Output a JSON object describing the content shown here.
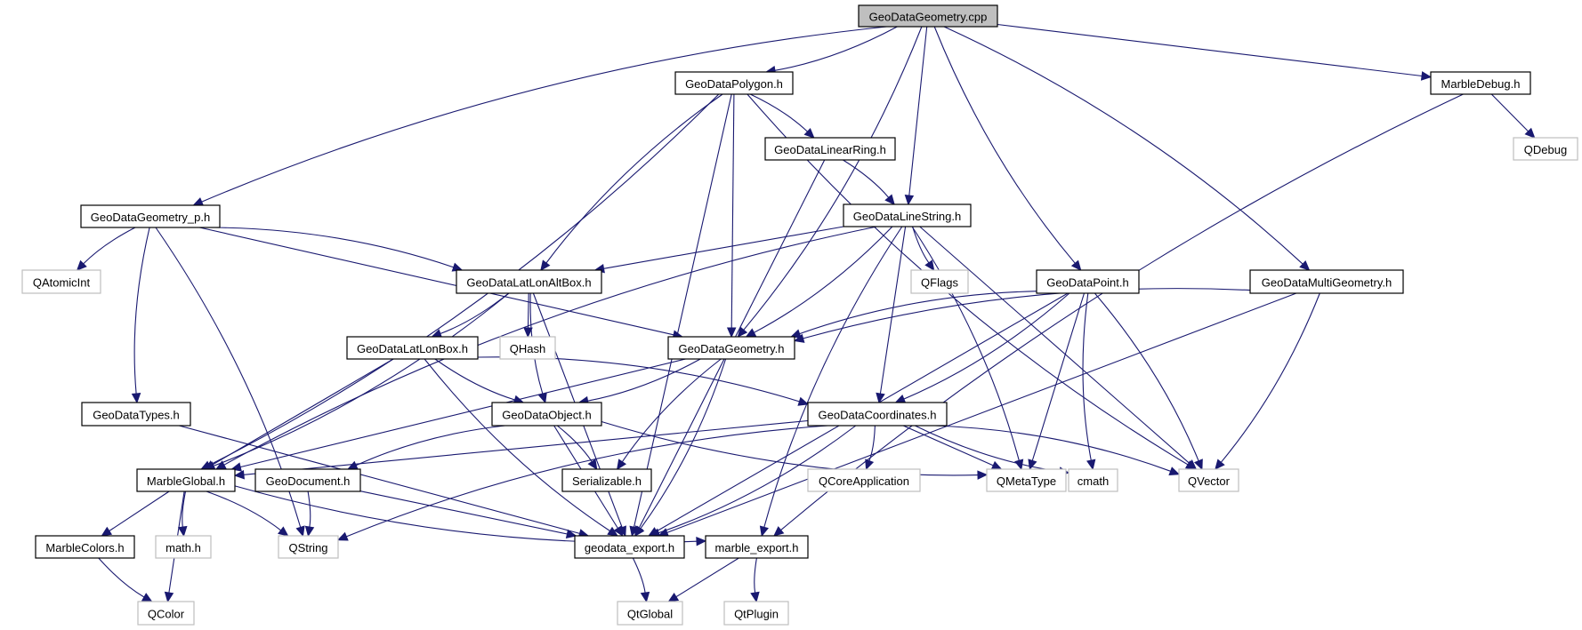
{
  "diagram": {
    "title": "GeoDataGeometry.cpp include dependency graph",
    "colors": {
      "edge": "#191970",
      "root_fill": "#bfbfbf",
      "internal_border": "#000000",
      "external_border": "#bfbfbf",
      "background": "#ffffff"
    },
    "nodes": [
      {
        "id": "cpp",
        "label": "GeoDataGeometry.cpp",
        "kind": "root"
      },
      {
        "id": "polygon",
        "label": "GeoDataPolygon.h",
        "kind": "internal"
      },
      {
        "id": "marbledebug",
        "label": "MarbleDebug.h",
        "kind": "internal"
      },
      {
        "id": "qdebug",
        "label": "QDebug",
        "kind": "external"
      },
      {
        "id": "linearring",
        "label": "GeoDataLinearRing.h",
        "kind": "internal"
      },
      {
        "id": "geometry_p",
        "label": "GeoDataGeometry_p.h",
        "kind": "internal"
      },
      {
        "id": "linestring",
        "label": "GeoDataLineString.h",
        "kind": "internal"
      },
      {
        "id": "qatomicint",
        "label": "QAtomicInt",
        "kind": "external"
      },
      {
        "id": "latlonaltbox",
        "label": "GeoDataLatLonAltBox.h",
        "kind": "internal"
      },
      {
        "id": "qflags",
        "label": "QFlags",
        "kind": "external"
      },
      {
        "id": "point",
        "label": "GeoDataPoint.h",
        "kind": "internal"
      },
      {
        "id": "multigeometry",
        "label": "GeoDataMultiGeometry.h",
        "kind": "internal"
      },
      {
        "id": "latlonbox",
        "label": "GeoDataLatLonBox.h",
        "kind": "internal"
      },
      {
        "id": "qhash",
        "label": "QHash",
        "kind": "external"
      },
      {
        "id": "geometry_h",
        "label": "GeoDataGeometry.h",
        "kind": "internal"
      },
      {
        "id": "types",
        "label": "GeoDataTypes.h",
        "kind": "internal"
      },
      {
        "id": "object",
        "label": "GeoDataObject.h",
        "kind": "internal"
      },
      {
        "id": "coordinates",
        "label": "GeoDataCoordinates.h",
        "kind": "internal"
      },
      {
        "id": "marbleglobal",
        "label": "MarbleGlobal.h",
        "kind": "internal"
      },
      {
        "id": "geodocument",
        "label": "GeoDocument.h",
        "kind": "internal"
      },
      {
        "id": "serializable",
        "label": "Serializable.h",
        "kind": "internal"
      },
      {
        "id": "qcoreapp",
        "label": "QCoreApplication",
        "kind": "external"
      },
      {
        "id": "qmetatype",
        "label": "QMetaType",
        "kind": "external"
      },
      {
        "id": "cmath",
        "label": "cmath",
        "kind": "external"
      },
      {
        "id": "qvector",
        "label": "QVector",
        "kind": "external"
      },
      {
        "id": "marblecolors",
        "label": "MarbleColors.h",
        "kind": "internal"
      },
      {
        "id": "mathh",
        "label": "math.h",
        "kind": "external"
      },
      {
        "id": "qstring",
        "label": "QString",
        "kind": "external"
      },
      {
        "id": "geodata_export",
        "label": "geodata_export.h",
        "kind": "internal"
      },
      {
        "id": "marble_export",
        "label": "marble_export.h",
        "kind": "internal"
      },
      {
        "id": "qcolor",
        "label": "QColor",
        "kind": "external"
      },
      {
        "id": "qtglobal",
        "label": "QtGlobal",
        "kind": "external"
      },
      {
        "id": "qtplugin",
        "label": "QtPlugin",
        "kind": "external"
      }
    ],
    "edges": [
      [
        "cpp",
        "polygon"
      ],
      [
        "cpp",
        "marbledebug"
      ],
      [
        "cpp",
        "geometry_p"
      ],
      [
        "cpp",
        "geometry_h"
      ],
      [
        "cpp",
        "linestring"
      ],
      [
        "cpp",
        "point"
      ],
      [
        "cpp",
        "multigeometry"
      ],
      [
        "marbledebug",
        "qdebug"
      ],
      [
        "marbledebug",
        "marble_export"
      ],
      [
        "polygon",
        "linearring"
      ],
      [
        "polygon",
        "geometry_h"
      ],
      [
        "polygon",
        "latlonaltbox"
      ],
      [
        "polygon",
        "marbleglobal"
      ],
      [
        "polygon",
        "geodata_export"
      ],
      [
        "polygon",
        "qvector"
      ],
      [
        "linearring",
        "linestring"
      ],
      [
        "linearring",
        "geodata_export"
      ],
      [
        "geometry_p",
        "qatomicint"
      ],
      [
        "geometry_p",
        "latlonaltbox"
      ],
      [
        "geometry_p",
        "geometry_h"
      ],
      [
        "geometry_p",
        "types"
      ],
      [
        "geometry_p",
        "qstring"
      ],
      [
        "linestring",
        "latlonaltbox"
      ],
      [
        "linestring",
        "qflags"
      ],
      [
        "linestring",
        "geometry_h"
      ],
      [
        "linestring",
        "coordinates"
      ],
      [
        "linestring",
        "marbleglobal"
      ],
      [
        "linestring",
        "qmetatype"
      ],
      [
        "linestring",
        "qvector"
      ],
      [
        "linestring",
        "marble_export"
      ],
      [
        "latlonaltbox",
        "latlonbox"
      ],
      [
        "latlonaltbox",
        "qhash"
      ],
      [
        "latlonaltbox",
        "object"
      ],
      [
        "latlonaltbox",
        "marbleglobal"
      ],
      [
        "latlonaltbox",
        "geodata_export"
      ],
      [
        "point",
        "geometry_h"
      ],
      [
        "point",
        "coordinates"
      ],
      [
        "point",
        "qmetatype"
      ],
      [
        "point",
        "cmath"
      ],
      [
        "point",
        "qvector"
      ],
      [
        "point",
        "geodata_export"
      ],
      [
        "multigeometry",
        "geometry_h"
      ],
      [
        "multigeometry",
        "qvector"
      ],
      [
        "multigeometry",
        "geodata_export"
      ],
      [
        "latlonbox",
        "object"
      ],
      [
        "latlonbox",
        "coordinates"
      ],
      [
        "latlonbox",
        "marbleglobal"
      ],
      [
        "latlonbox",
        "geodata_export"
      ],
      [
        "geometry_h",
        "object"
      ],
      [
        "geometry_h",
        "marbleglobal"
      ],
      [
        "geometry_h",
        "serializable"
      ],
      [
        "geometry_h",
        "geodata_export"
      ],
      [
        "types",
        "geodata_export"
      ],
      [
        "object",
        "geodocument"
      ],
      [
        "object",
        "serializable"
      ],
      [
        "object",
        "geodata_export"
      ],
      [
        "object",
        "qmetatype"
      ],
      [
        "coordinates",
        "qcoreapp"
      ],
      [
        "coordinates",
        "qmetatype"
      ],
      [
        "coordinates",
        "cmath"
      ],
      [
        "coordinates",
        "qvector"
      ],
      [
        "coordinates",
        "marbleglobal"
      ],
      [
        "coordinates",
        "qstring"
      ],
      [
        "coordinates",
        "geodata_export"
      ],
      [
        "marbleglobal",
        "marblecolors"
      ],
      [
        "marbleglobal",
        "mathh"
      ],
      [
        "marbleglobal",
        "qstring"
      ],
      [
        "marbleglobal",
        "qcolor"
      ],
      [
        "marbleglobal",
        "marble_export"
      ],
      [
        "geodocument",
        "qstring"
      ],
      [
        "geodocument",
        "geodata_export"
      ],
      [
        "marblecolors",
        "qcolor"
      ],
      [
        "geodata_export",
        "qtglobal"
      ],
      [
        "marble_export",
        "qtglobal"
      ],
      [
        "marble_export",
        "qtplugin"
      ]
    ]
  }
}
